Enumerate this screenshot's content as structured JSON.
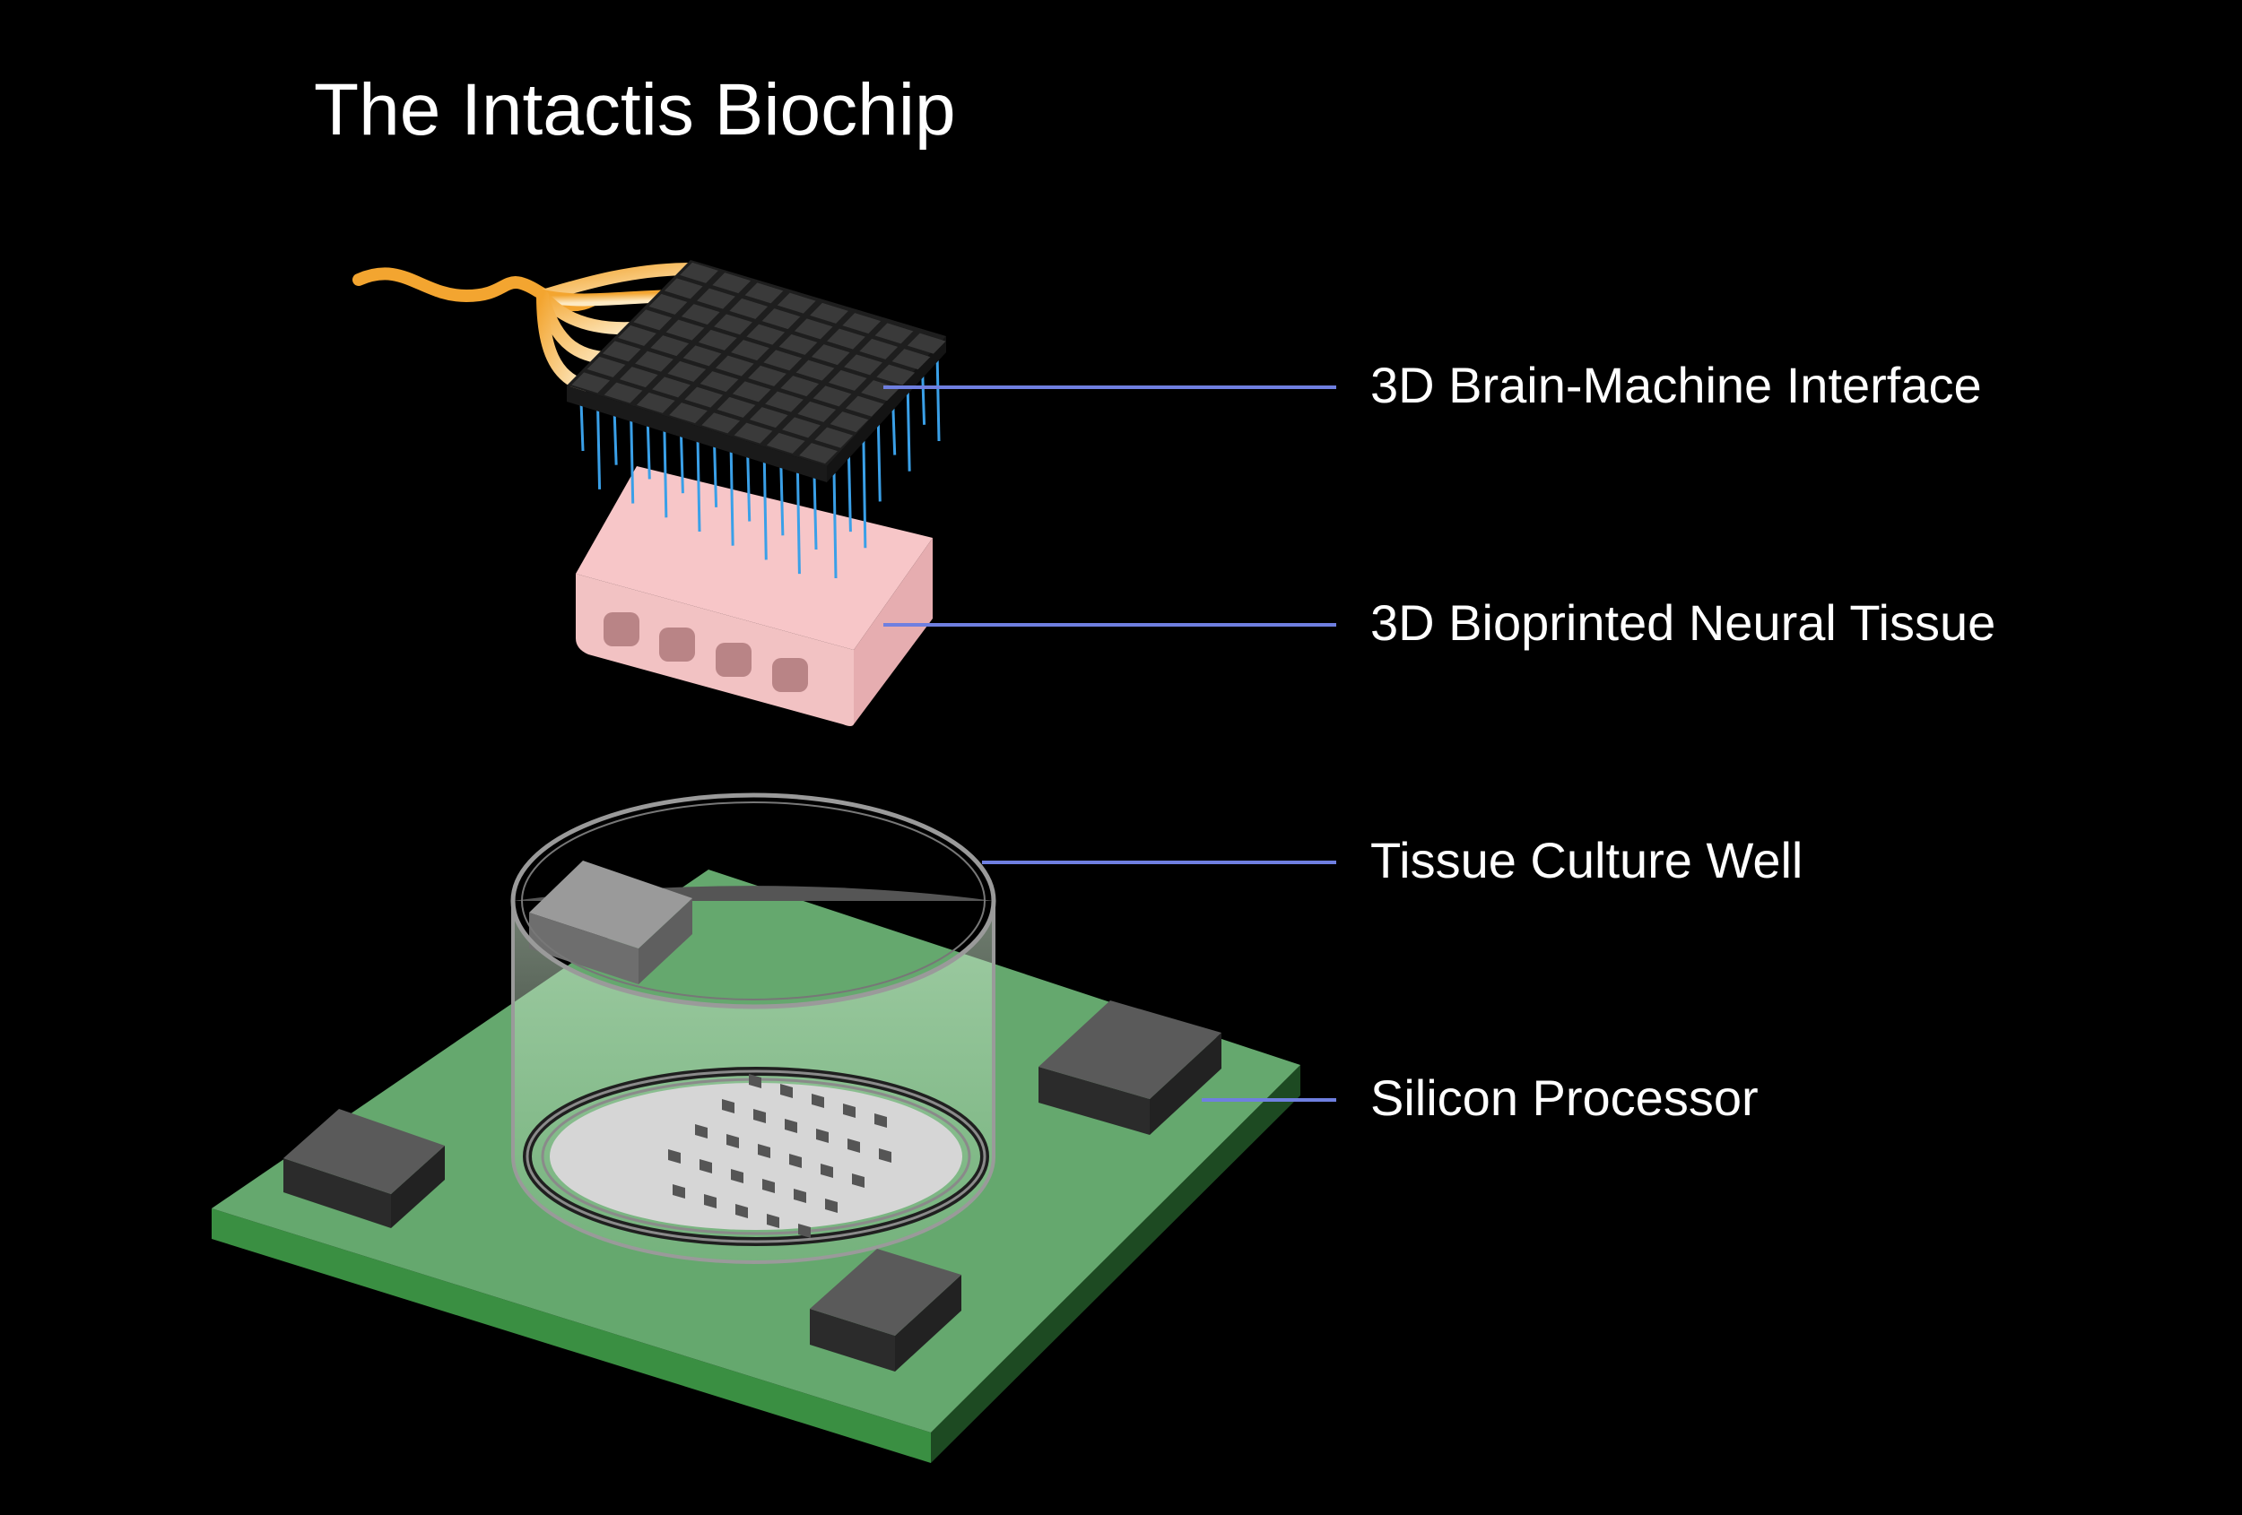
{
  "title": "The Intactis Biochip",
  "labels": {
    "interface": "3D Brain-Machine Interface",
    "tissue": "3D Bioprinted Neural Tissue",
    "well": "Tissue Culture Well",
    "processor": "Silicon Processor"
  },
  "colors": {
    "background": "#000000",
    "text": "#ffffff",
    "leader_line": "#6f7fe0",
    "board_top": "#65a86e",
    "board_front": "#3a8f42",
    "board_side": "#1d4a22",
    "chip_top": "#5a5a5a",
    "chip_side": "#2b2b2b",
    "tissue_top": "#f7c6c8",
    "tissue_front": "#f2c2c3",
    "tissue_side": "#e6adb0",
    "tissue_pore": "#b98486",
    "electrode_grid": "#2a2a2a",
    "electrode_needle": "#3aa0e8",
    "cable": "#f3a530",
    "well_rim": "#9a9a9a",
    "well_interior": "#555555",
    "electrode_disc": "#d6d6d6"
  },
  "icons": {
    "interface": "electrode-array-icon",
    "tissue": "tissue-block-icon",
    "well": "culture-well-icon",
    "processor": "circuit-board-icon"
  }
}
